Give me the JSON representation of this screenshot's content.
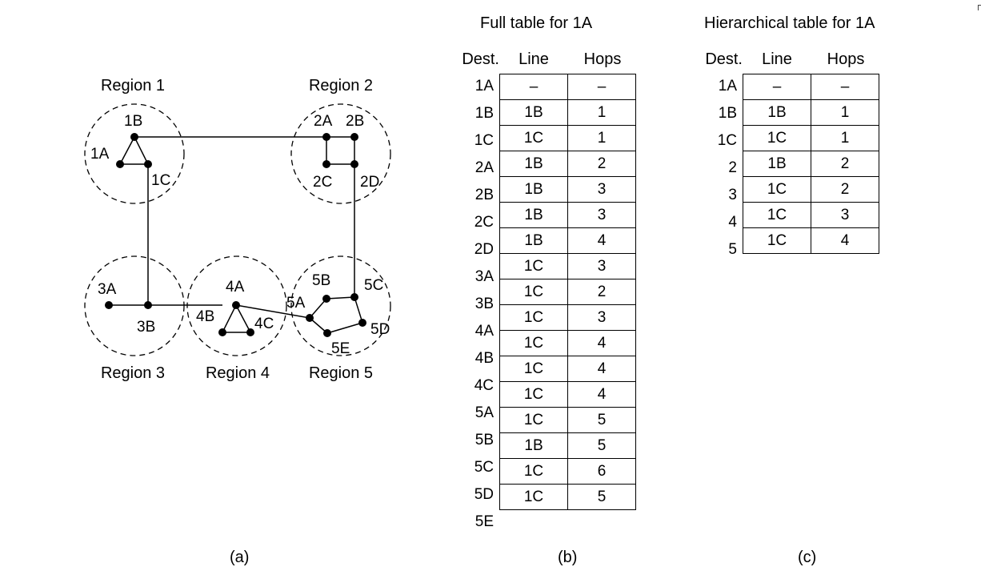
{
  "captions": {
    "a": "(a)",
    "b": "(b)",
    "c": "(c)"
  },
  "diagram": {
    "regions": [
      "Region 1",
      "Region 2",
      "Region 3",
      "Region 4",
      "Region 5"
    ],
    "routers": [
      "1A",
      "1B",
      "1C",
      "2A",
      "2B",
      "2C",
      "2D",
      "3A",
      "3B",
      "4A",
      "4B",
      "4C",
      "5A",
      "5B",
      "5C",
      "5D",
      "5E"
    ]
  },
  "full_table": {
    "title": "Full table for 1A",
    "headers": {
      "dest": "Dest.",
      "line": "Line",
      "hops": "Hops"
    },
    "rows": [
      {
        "dest": "1A",
        "line": "–",
        "hops": "–"
      },
      {
        "dest": "1B",
        "line": "1B",
        "hops": "1"
      },
      {
        "dest": "1C",
        "line": "1C",
        "hops": "1"
      },
      {
        "dest": "2A",
        "line": "1B",
        "hops": "2"
      },
      {
        "dest": "2B",
        "line": "1B",
        "hops": "3"
      },
      {
        "dest": "2C",
        "line": "1B",
        "hops": "3"
      },
      {
        "dest": "2D",
        "line": "1B",
        "hops": "4"
      },
      {
        "dest": "3A",
        "line": "1C",
        "hops": "3"
      },
      {
        "dest": "3B",
        "line": "1C",
        "hops": "2"
      },
      {
        "dest": "4A",
        "line": "1C",
        "hops": "3"
      },
      {
        "dest": "4B",
        "line": "1C",
        "hops": "4"
      },
      {
        "dest": "4C",
        "line": "1C",
        "hops": "4"
      },
      {
        "dest": "5A",
        "line": "1C",
        "hops": "4"
      },
      {
        "dest": "5B",
        "line": "1C",
        "hops": "5"
      },
      {
        "dest": "5C",
        "line": "1B",
        "hops": "5"
      },
      {
        "dest": "5D",
        "line": "1C",
        "hops": "6"
      },
      {
        "dest": "5E",
        "line": "1C",
        "hops": "5"
      }
    ]
  },
  "hier_table": {
    "title": "Hierarchical table for 1A",
    "headers": {
      "dest": "Dest.",
      "line": "Line",
      "hops": "Hops"
    },
    "rows": [
      {
        "dest": "1A",
        "line": "–",
        "hops": "–"
      },
      {
        "dest": "1B",
        "line": "1B",
        "hops": "1"
      },
      {
        "dest": "1C",
        "line": "1C",
        "hops": "1"
      },
      {
        "dest": "2",
        "line": "1B",
        "hops": "2"
      },
      {
        "dest": "3",
        "line": "1C",
        "hops": "2"
      },
      {
        "dest": "4",
        "line": "1C",
        "hops": "3"
      },
      {
        "dest": "5",
        "line": "1C",
        "hops": "4"
      }
    ]
  }
}
